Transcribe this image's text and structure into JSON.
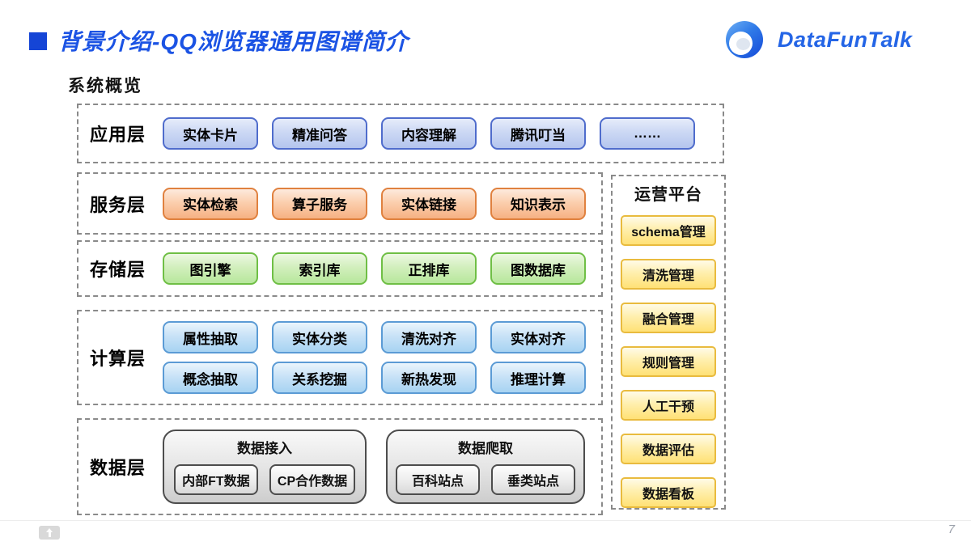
{
  "slide": {
    "title": "背景介绍-QQ浏览器通用图谱简介",
    "brand": "DataFunTalk",
    "subtitle": "系统概览",
    "page_number": "7"
  },
  "diagram": {
    "layers": {
      "app": {
        "label": "应用层",
        "items": [
          "实体卡片",
          "精准问答",
          "内容理解",
          "腾讯叮当",
          "……"
        ]
      },
      "service": {
        "label": "服务层",
        "items": [
          "实体检索",
          "算子服务",
          "实体链接",
          "知识表示"
        ]
      },
      "storage": {
        "label": "存储层",
        "items": [
          "图引擎",
          "索引库",
          "正排库",
          "图数据库"
        ]
      },
      "compute": {
        "label": "计算层",
        "rows": [
          [
            "属性抽取",
            "实体分类",
            "清洗对齐",
            "实体对齐"
          ],
          [
            "概念抽取",
            "关系挖掘",
            "新热发现",
            "推理计算"
          ]
        ]
      },
      "data": {
        "label": "数据层",
        "groups": [
          {
            "title": "数据接入",
            "items": [
              "内部FT数据",
              "CP合作数据"
            ]
          },
          {
            "title": "数据爬取",
            "items": [
              "百科站点",
              "垂类站点"
            ]
          }
        ]
      }
    },
    "ops": {
      "title": "运营平台",
      "items": [
        "schema管理",
        "清洗管理",
        "融合管理",
        "规则管理",
        "人工干预",
        "数据评估",
        "数据看板"
      ]
    }
  },
  "icons": {
    "brand_logo": "qq-browser-swirl-icon",
    "footer_logo": "datafun-watermark-icon"
  },
  "colors": {
    "title_blue": "#1b53e4",
    "brand_blue": "#2465e6",
    "app_pill_border": "#4f6ccc",
    "service_pill_border": "#e0813f",
    "storage_pill_border": "#6fbf45",
    "compute_pill_border": "#5b9bd5",
    "ops_pill_border": "#e9bb3e",
    "data_group_border": "#4d4d4d",
    "dashed_box_border": "#8a8a8a"
  }
}
